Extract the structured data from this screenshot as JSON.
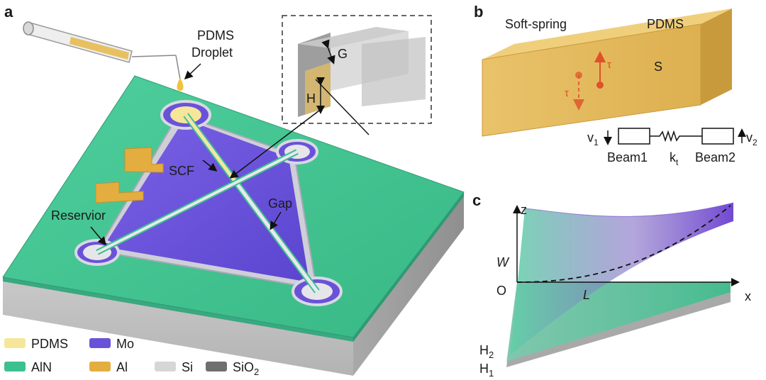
{
  "panel_a": {
    "letter": "a",
    "labels": {
      "pdms_droplet_1": "PDMS",
      "pdms_droplet_2": "Droplet",
      "scf": "SCF",
      "gap": "Gap",
      "reservoir": "Reservior",
      "inset_g": "G",
      "inset_h": "H"
    },
    "legend": [
      {
        "label": "PDMS",
        "color": "#f6e69a"
      },
      {
        "label": "Mo",
        "color": "#6a52d8"
      },
      {
        "label": "AlN",
        "color": "#3cc08f"
      },
      {
        "label": "Al",
        "color": "#e3ad3f"
      },
      {
        "label": "Si",
        "color": "#d6d6d6"
      },
      {
        "label": "SiO",
        "sub": "2",
        "color": "#6f6f6f"
      }
    ]
  },
  "panel_b": {
    "letter": "b",
    "labels": {
      "soft_spring": "Soft-spring",
      "pdms": "PDMS",
      "s": "S",
      "tau_up": "τ",
      "tau_down": "τ",
      "v1": "v",
      "v1_sub": "1",
      "v2": "v",
      "v2_sub": "2",
      "beam1": "Beam1",
      "kt": "k",
      "kt_sub": "t",
      "beam2": "Beam2"
    }
  },
  "panel_c": {
    "letter": "c",
    "labels": {
      "z": "z",
      "x": "x",
      "w": "W",
      "o": "O",
      "l": "L",
      "h2": "H",
      "h2_sub": "2",
      "h1": "H",
      "h1_sub": "1"
    }
  }
}
